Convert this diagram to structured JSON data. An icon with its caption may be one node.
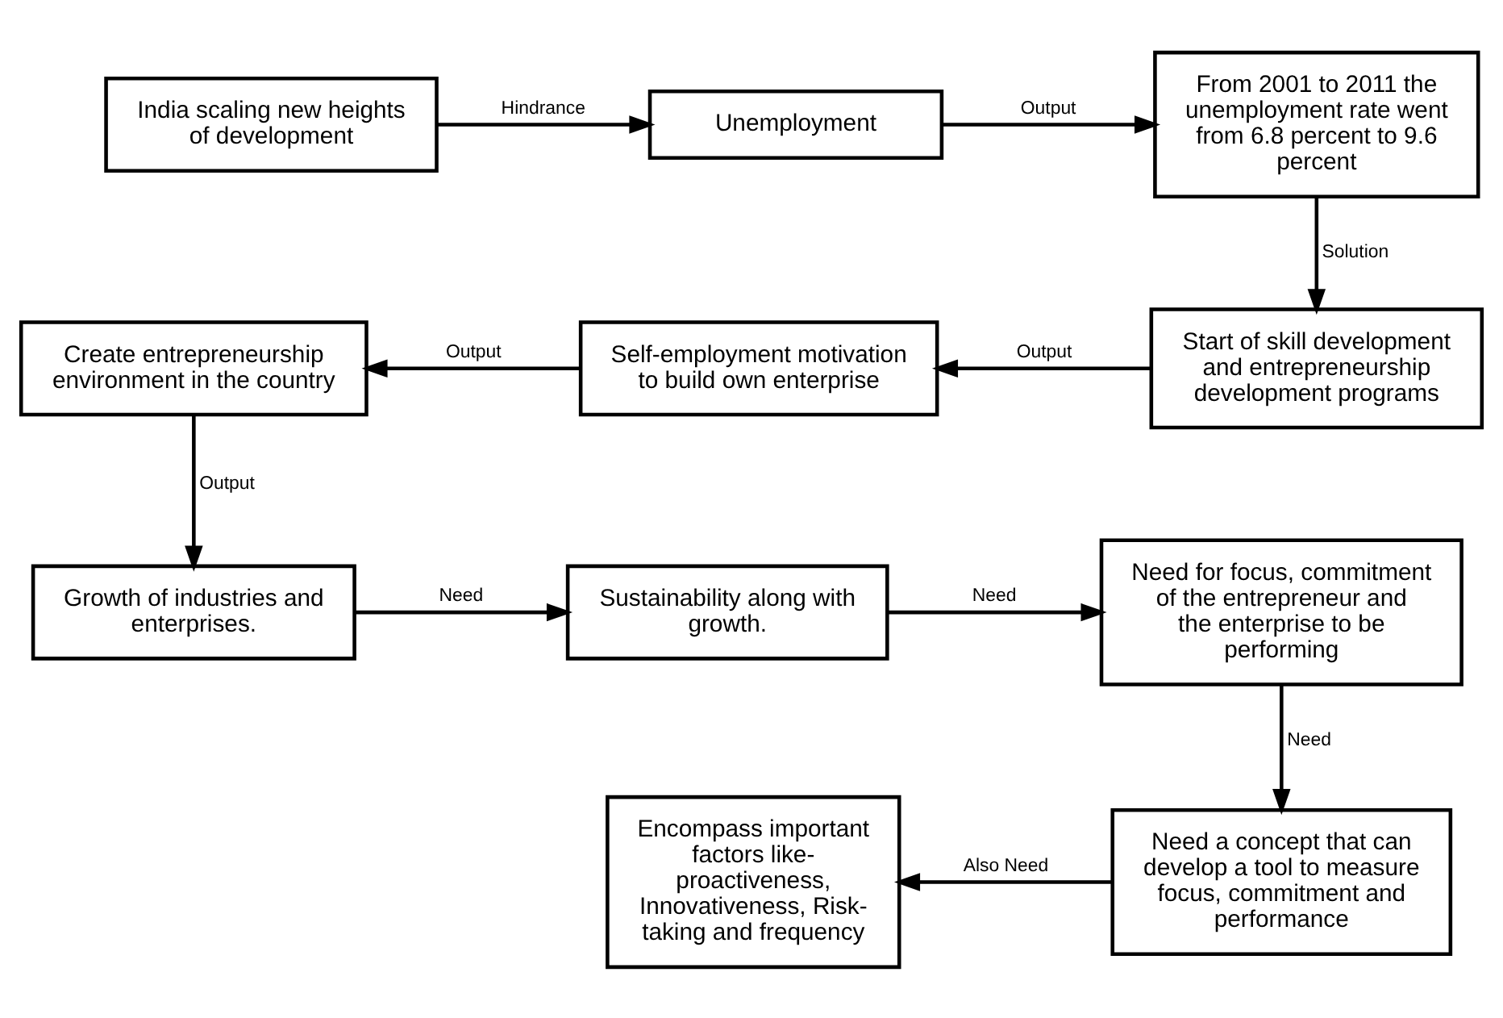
{
  "diagram": {
    "nodes": [
      {
        "text": [
          "India scaling new heights of development"
        ]
      },
      {
        "text": [
          "Unemployment"
        ]
      },
      {
        "text": [
          "From 2001 to 2011 the unemployment rate went from 6.8 percent to 9.6 percent"
        ]
      },
      {
        "text": [
          "Start of skill development and entrepreneurship development programs"
        ]
      },
      {
        "text": [
          "Self-employment motivation to build own enterprise"
        ]
      },
      {
        "text": [
          "Create entrepreneurship environment in the country"
        ]
      },
      {
        "text": [
          "Growth of industries and enterprises."
        ]
      },
      {
        "text": [
          "Sustainability along with growth."
        ]
      },
      {
        "text": [
          "Need for focus, commitment of the entrepreneur and the enterprise to be performing"
        ]
      },
      {
        "text": [
          "Need a concept that can develop a tool to measure focus, commitment and performance"
        ]
      },
      {
        "text": [
          "Encompass important factors like- proactiveness, Innovativeness, Risk-taking and frequency"
        ]
      }
    ],
    "edges": [
      {
        "from": 0,
        "to": 1,
        "arrow": "to",
        "label": "Hindrance"
      },
      {
        "from": 1,
        "to": 2,
        "arrow": "to",
        "label": "Output"
      },
      {
        "from": 2,
        "to": 3,
        "arrow": "to",
        "label": "Solution"
      },
      {
        "from": 3,
        "to": 4,
        "arrow": "to",
        "label": "Output"
      },
      {
        "from": 4,
        "to": 5,
        "arrow": "to",
        "label": "Output"
      },
      {
        "from": 5,
        "to": 6,
        "arrow": "to",
        "label": "Output"
      },
      {
        "from": 6,
        "to": 7,
        "arrow": "to",
        "label": "Need"
      },
      {
        "from": 7,
        "to": 8,
        "arrow": "to",
        "label": "Need"
      },
      {
        "from": 8,
        "to": 9,
        "arrow": "to",
        "label": "Need"
      },
      {
        "from": 9,
        "to": 10,
        "arrow": "to",
        "label": "Also Need"
      }
    ]
  }
}
